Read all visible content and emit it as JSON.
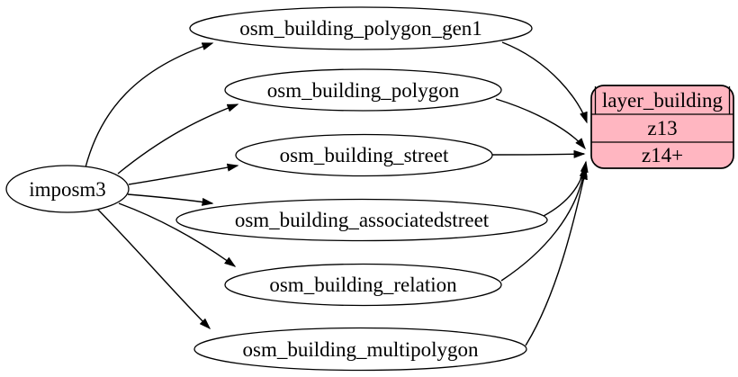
{
  "diagram": {
    "type": "graphviz-flow-digraph",
    "background": "#ffffff",
    "colors": {
      "node_fill": "#ffffff",
      "node_stroke": "#000000",
      "edge": "#000000",
      "text": "#000000",
      "record_fill": "#ffb6c1"
    },
    "nodes": {
      "imposm3": {
        "label": "imposm3",
        "shape": "ellipse"
      },
      "polygon_gen1": {
        "label": "osm_building_polygon_gen1",
        "shape": "ellipse"
      },
      "polygon": {
        "label": "osm_building_polygon",
        "shape": "ellipse"
      },
      "street": {
        "label": "osm_building_street",
        "shape": "ellipse"
      },
      "associatedstreet": {
        "label": "osm_building_associatedstreet",
        "shape": "ellipse"
      },
      "relation": {
        "label": "osm_building_relation",
        "shape": "ellipse"
      },
      "multipolygon": {
        "label": "osm_building_multipolygon",
        "shape": "ellipse"
      }
    },
    "record": {
      "title": "layer_building",
      "rows": [
        "z13",
        "z14+"
      ],
      "shape": "rounded-record"
    },
    "edges": [
      {
        "from": "imposm3",
        "to": "osm_building_polygon_gen1"
      },
      {
        "from": "imposm3",
        "to": "osm_building_polygon"
      },
      {
        "from": "imposm3",
        "to": "osm_building_street"
      },
      {
        "from": "imposm3",
        "to": "osm_building_associatedstreet"
      },
      {
        "from": "imposm3",
        "to": "osm_building_relation"
      },
      {
        "from": "imposm3",
        "to": "osm_building_multipolygon"
      },
      {
        "from": "osm_building_polygon_gen1",
        "to": "layer_building:z13"
      },
      {
        "from": "osm_building_polygon",
        "to": "layer_building:z14+"
      },
      {
        "from": "osm_building_street",
        "to": "layer_building:z14+"
      },
      {
        "from": "osm_building_associatedstreet",
        "to": "layer_building:z14+"
      },
      {
        "from": "osm_building_relation",
        "to": "layer_building:z14+"
      },
      {
        "from": "osm_building_multipolygon",
        "to": "layer_building:z14+"
      }
    ]
  }
}
